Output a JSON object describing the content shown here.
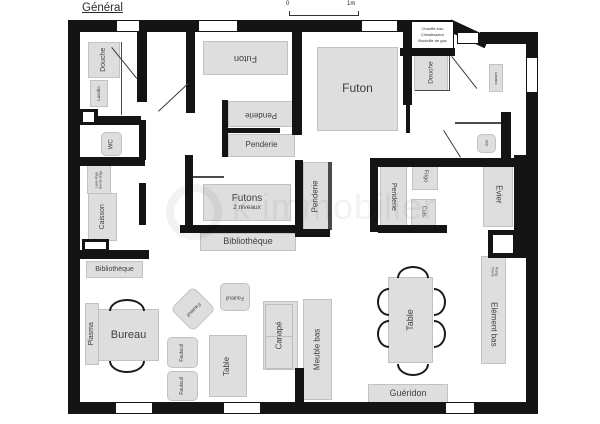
{
  "page": {
    "title": "Général"
  },
  "scale_bar": {
    "start": "0",
    "end": "1m"
  },
  "watermark": {
    "text": "k immobilier"
  },
  "note_box": {
    "line1": "Chauffe-eau",
    "line2": "Climatisation",
    "line3": "Bouteille de gaz"
  },
  "labels": {
    "douche": "Douche",
    "lavabo": "Lavabo",
    "wc": "WC",
    "lave_linge": "Lave-linge",
    "seche_linge": "Sèche-linge",
    "caisson": "Caisson",
    "bibliotheque": "Bibliothèque",
    "plasma": "Plasma",
    "bureau": "Bureau",
    "fauteuil": "Fauteuil",
    "table": "Table",
    "canape": "Canapé",
    "meuble_bas": "Meuble bas",
    "element_bas": "Elément bas",
    "rang": "Rang.",
    "tiroirs": "Tiroirs",
    "gueridon": "Guéridon",
    "futon": "Futon",
    "futons": "Futons",
    "futons_sub": "2 niveaux",
    "penderie": "Penderie",
    "frigo": "Frigo",
    "cuisine": "Cuis.",
    "evier": "Evier"
  },
  "colors": {
    "wall": "#141414",
    "furniture_fill": "#dedede",
    "furniture_border": "#c2c2c2",
    "label_text": "#3f3f3f",
    "background": "#ffffff"
  }
}
